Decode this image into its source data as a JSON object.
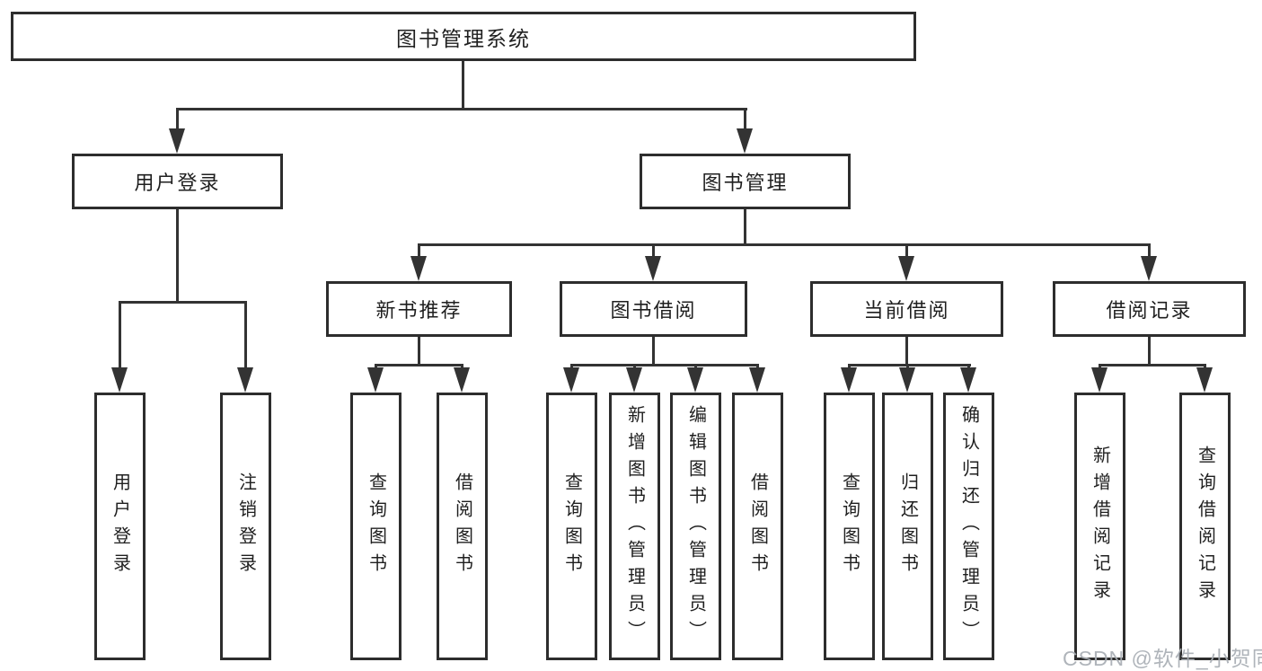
{
  "diagram_type": "hierarchy-tree",
  "tree": {
    "root": "图书管理系统",
    "children": [
      {
        "label": "用户登录",
        "children": [
          "用户登录",
          "注销登录"
        ]
      },
      {
        "label": "图书管理",
        "children": [
          {
            "label": "新书推荐",
            "children": [
              "查询图书",
              "借阅图书"
            ]
          },
          {
            "label": "图书借阅",
            "children": [
              "查询图书",
              "新增图书（管理员）",
              "编辑图书（管理员）",
              "借阅图书"
            ]
          },
          {
            "label": "当前借阅",
            "children": [
              "查询图书",
              "归还图书",
              "确认归还（管理员）"
            ]
          },
          {
            "label": "借阅记录",
            "children": [
              "新增借阅记录",
              "查询借阅记录"
            ]
          }
        ]
      }
    ]
  },
  "watermark": {
    "text": "CSDN @软件_小贺同学",
    "color": "#a8aeb4"
  },
  "colors": {
    "background": "#ffffff",
    "line": "#333333",
    "box_border": "#2d2d2d",
    "text": "#1f1f1f"
  }
}
